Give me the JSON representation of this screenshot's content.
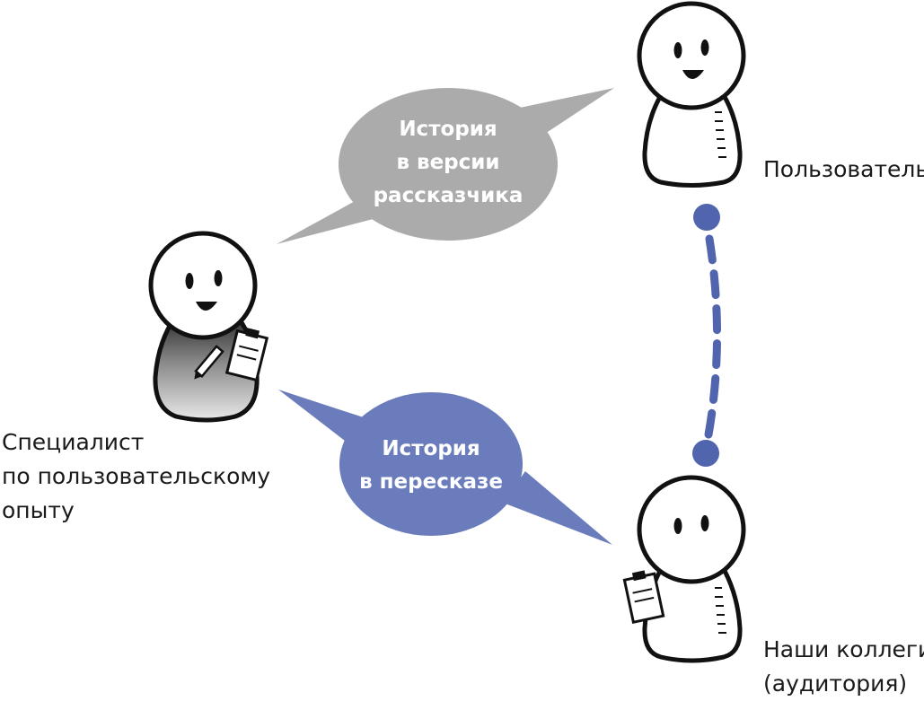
{
  "speech_bubbles": {
    "narrator_version": {
      "lines": [
        "История",
        "в версии",
        "рассказчика"
      ],
      "color": "#ababab"
    },
    "retelling": {
      "lines": [
        "История",
        "в пересказе"
      ],
      "color": "#6a7cbb"
    }
  },
  "people": {
    "ux_specialist": {
      "label_lines": [
        "Специалист",
        "по пользовательскому",
        "опыту"
      ]
    },
    "user": {
      "label_lines": [
        "Пользователь"
      ]
    },
    "colleagues": {
      "label_lines": [
        "Наши коллеги",
        "(аудитория)"
      ]
    }
  },
  "connector_color": "#5164ae"
}
